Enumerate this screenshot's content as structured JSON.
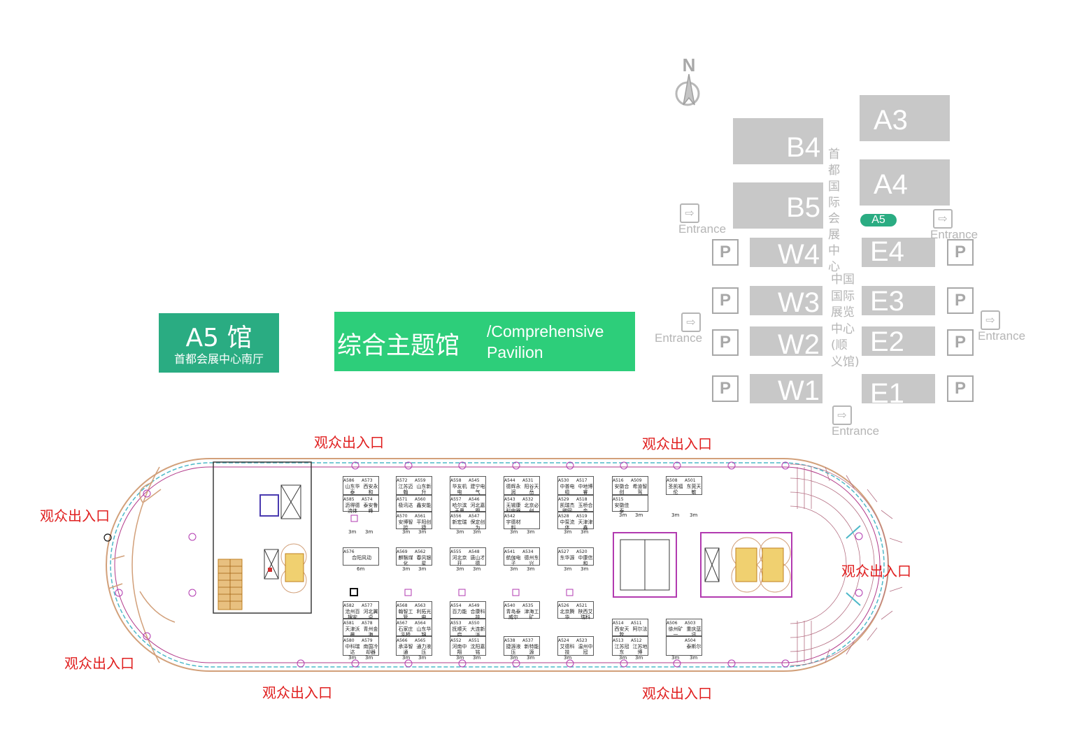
{
  "hall_title": {
    "name": "A5 馆",
    "subtitle": "首都会展中心南厅"
  },
  "pavilion_title": {
    "cn": "综合主题馆",
    "en_line1": "/Comprehensive",
    "en_line2": "Pavilion"
  },
  "venue_map": {
    "compass": "N",
    "halls": [
      "A3",
      "B4",
      "A4",
      "B5",
      "W4",
      "E4",
      "W3",
      "E3",
      "W2",
      "E2",
      "W1",
      "E1"
    ],
    "highlight_hall": "A5",
    "capital_center_label": [
      "首都",
      "国际",
      "会展",
      "中心"
    ],
    "shunyi_label": [
      "中国",
      "国际",
      "展览",
      "中心",
      "(顺",
      "义馆)"
    ],
    "entrance_label": "Entrance",
    "parking_label": "P"
  },
  "exits": {
    "label": "观众出入口"
  },
  "booths": {
    "r1": [
      {
        "ids": [
          "A586",
          "A573"
        ],
        "names": [
          "山东华泰",
          "西安永和"
        ]
      },
      {
        "ids": [
          "A572",
          "A559"
        ],
        "names": [
          "江苏迈翰",
          "山东新升"
        ]
      },
      {
        "ids": [
          "A558",
          "A545"
        ],
        "names": [
          "华友机电",
          "建宁电气"
        ]
      },
      {
        "ids": [
          "A544",
          "A531"
        ],
        "names": [
          "德辉永润",
          "阳谷天岳"
        ]
      },
      {
        "ids": [
          "A530",
          "A517"
        ],
        "names": [
          "中普电缆",
          "中地博睿"
        ]
      },
      {
        "ids": [
          "A516",
          "A509"
        ],
        "names": [
          "安徽合创",
          "希迪智驾"
        ]
      },
      {
        "ids": [
          "A508",
          "A501"
        ],
        "names": [
          "圣凯福伦",
          "东莞天敏"
        ]
      }
    ],
    "r2": [
      {
        "ids": [
          "A585",
          "A574"
        ],
        "names": [
          "沥得德流体",
          "泰安鲁峰"
        ]
      },
      {
        "ids": [
          "A571",
          "A560"
        ],
        "names": [
          "极讯达",
          "鑫安能"
        ]
      },
      {
        "ids": [
          "A557",
          "A546"
        ],
        "names": [
          "哈尔滨天恩",
          "河北嘉图"
        ]
      },
      {
        "ids": [
          "A543",
          "A532"
        ],
        "names": [
          "无锡康科电器",
          "北京必创"
        ]
      },
      {
        "ids": [
          "A529",
          "A518"
        ],
        "names": [
          "凯瑞杰微网",
          "玉桥合金"
        ]
      },
      {
        "ids": [
          "A515",
          ""
        ],
        "names": [
          "安徽佳泰",
          ""
        ]
      }
    ],
    "r3": [
      {
        "ids": [
          "A570",
          "A561"
        ],
        "names": [
          "安博智控",
          "平阳创捷"
        ]
      },
      {
        "ids": [
          "A556",
          "A547"
        ],
        "names": [
          "新宏瑞",
          "保定创为"
        ]
      },
      {
        "ids": [
          "A542",
          ""
        ],
        "names": [
          "宇德材料",
          ""
        ]
      },
      {
        "ids": [
          "A528",
          "A519"
        ],
        "names": [
          "中泵流体",
          "天津津鑫"
        ]
      }
    ],
    "r4": [
      {
        "ids": [
          "A576"
        ],
        "names": [
          "合阳风动"
        ]
      },
      {
        "ids": [
          "A569",
          "A562"
        ],
        "names": [
          "麒翳煤化",
          "春风银星"
        ]
      },
      {
        "ids": [
          "A555",
          "A548"
        ],
        "names": [
          "河北京开",
          "唐山才德"
        ]
      },
      {
        "ids": [
          "A541",
          "A534"
        ],
        "names": [
          "航伽电子",
          "德州东兴"
        ]
      },
      {
        "ids": [
          "A527",
          "A520"
        ],
        "names": [
          "东华源",
          "中康信和"
        ]
      }
    ],
    "r5": [
      {
        "ids": [
          "A582",
          "A577"
        ],
        "names": [
          "沧州百搜安",
          "河北翼卓"
        ]
      },
      {
        "ids": [
          "A568",
          "A563"
        ],
        "names": [
          "翰智工管",
          "利拓光电"
        ]
      },
      {
        "ids": [
          "A554",
          "A549"
        ],
        "names": [
          "百力能",
          "合康科技"
        ]
      },
      {
        "ids": [
          "A540",
          "A535"
        ],
        "names": [
          "青岛泰威尔",
          "津海工矿"
        ]
      },
      {
        "ids": [
          "A526",
          "A521"
        ],
        "names": [
          "北京腾华",
          "陕西艾瑞科"
        ]
      }
    ],
    "r6": [
      {
        "ids": [
          "A581",
          "A578"
        ],
        "names": [
          "天津沃晨",
          "青州金海"
        ]
      },
      {
        "ids": [
          "A567",
          "A564"
        ],
        "names": [
          "石家庄泓桥",
          "山东华锦"
        ]
      },
      {
        "ids": [
          "A553",
          "A550"
        ],
        "names": [
          "抚顺天启",
          "大连新派"
        ]
      },
      {
        "ids": [
          "A514",
          "A511"
        ],
        "names": [
          "西安天牧",
          "阿尔法"
        ]
      },
      {
        "ids": [
          "A506",
          "A503"
        ],
        "names": [
          "徐州矿一",
          "重庆蓝讯"
        ]
      }
    ],
    "r7": [
      {
        "ids": [
          "A580",
          "A579"
        ],
        "names": [
          "中科瑞达",
          "南国冷却器"
        ]
      },
      {
        "ids": [
          "A566",
          "A565"
        ],
        "names": [
          "承泽智通",
          "通力液压"
        ]
      },
      {
        "ids": [
          "A552",
          "A551"
        ],
        "names": [
          "河南中翔",
          "沈阳嘉铭"
        ]
      },
      {
        "ids": [
          "A538",
          "A537"
        ],
        "names": [
          "捷源液压",
          "新特能源"
        ]
      },
      {
        "ids": [
          "A524",
          "A523"
        ],
        "names": [
          "艾德科技",
          "温州中冠"
        ]
      },
      {
        "ids": [
          "A513",
          "A512"
        ],
        "names": [
          "江苏冠东",
          "江苏地博"
        ]
      },
      {
        "ids": [
          "",
          "A504"
        ],
        "names": [
          "",
          "泰斯尔"
        ]
      }
    ],
    "dim_3m": "3m",
    "dim_6m": "6m"
  },
  "colors": {
    "hall_badge": "#2aac82",
    "theme_badge": "#2dce7a",
    "hall_gray": "#c8c8c8",
    "exit_red": "#e02020"
  }
}
